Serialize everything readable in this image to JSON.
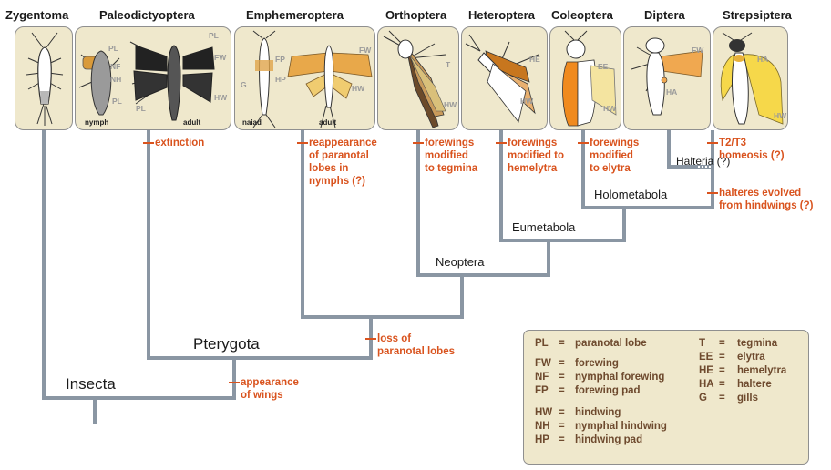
{
  "orders": [
    "Zygentoma",
    "Paleodictyoptera",
    "Emphemeroptera",
    "Orthoptera",
    "Heteroptera",
    "Coleoptera",
    "Diptera",
    "Strepsiptera"
  ],
  "panel_labels": {
    "nymph": "nymph",
    "adult": "adult",
    "naiad": "naiad",
    "PL": "PL",
    "NF": "NF",
    "NH": "NH",
    "FW": "FW",
    "HW": "HW",
    "FP": "FP",
    "G": "G",
    "HP": "HP",
    "T": "T",
    "HE": "HE",
    "EE": "EE",
    "HA": "HA"
  },
  "clades": {
    "insecta": "Insecta",
    "pterygota": "Pterygota",
    "neoptera": "Neoptera",
    "eumetabola": "Eumetabola",
    "holometabola": "Holometabola",
    "halteria": "Halteria (?)"
  },
  "events": {
    "extinction": "extinction",
    "paranotal_reappear": "reappearance\nof paranotal\nlobes in\nnymphs (?)",
    "tegmina": "forewings\nmodified\nto tegmina",
    "hemelytra": "forewings\nmodified to\nhemelytra",
    "elytra": "forewings\nmodified\nto elytra",
    "homeosis": "T2/T3\nhomeosis (?)",
    "halteres": "halteres evolved\nfrom hindwings (?)",
    "loss_paranotal": "loss of\nparanotal lobes",
    "wings": "appearance\nof wings"
  },
  "legend": {
    "col1": [
      {
        "abbr": "PL",
        "eq": "=",
        "def": "paranotal lobe"
      },
      {
        "abbr": "FW",
        "eq": "=",
        "def": "forewing"
      },
      {
        "abbr": "NF",
        "eq": "=",
        "def": "nymphal forewing"
      },
      {
        "abbr": "FP",
        "eq": "=",
        "def": "forewing pad"
      },
      {
        "abbr": "HW",
        "eq": "=",
        "def": "hindwing"
      },
      {
        "abbr": "NH",
        "eq": "=",
        "def": "nymphal hindwing"
      },
      {
        "abbr": "HP",
        "eq": "=",
        "def": "hindwing pad"
      }
    ],
    "col2": [
      {
        "abbr": "T",
        "eq": "=",
        "def": "tegmina"
      },
      {
        "abbr": "EE",
        "eq": "=",
        "def": "elytra"
      },
      {
        "abbr": "HE",
        "eq": "=",
        "def": "hemelytra"
      },
      {
        "abbr": "HA",
        "eq": "=",
        "def": "haltere"
      },
      {
        "abbr": "G",
        "eq": "=",
        "def": "gills"
      }
    ]
  },
  "colors": {
    "tree": "#8a96a3",
    "event": "#d9531e",
    "panel": "#efe8cc",
    "legend_text": "#6e4a2e"
  }
}
